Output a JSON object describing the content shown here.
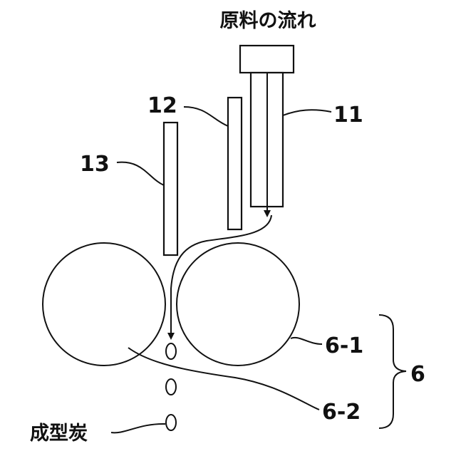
{
  "labels": {
    "material_flow": "原料の流れ",
    "part_11": "11",
    "part_12": "12",
    "part_13": "13",
    "roll_6_1": "6-1",
    "roll_6_2": "6-2",
    "group_6": "6",
    "briquette": "成型炭"
  },
  "colors": {
    "stroke": "#111111",
    "background": "#ffffff"
  }
}
